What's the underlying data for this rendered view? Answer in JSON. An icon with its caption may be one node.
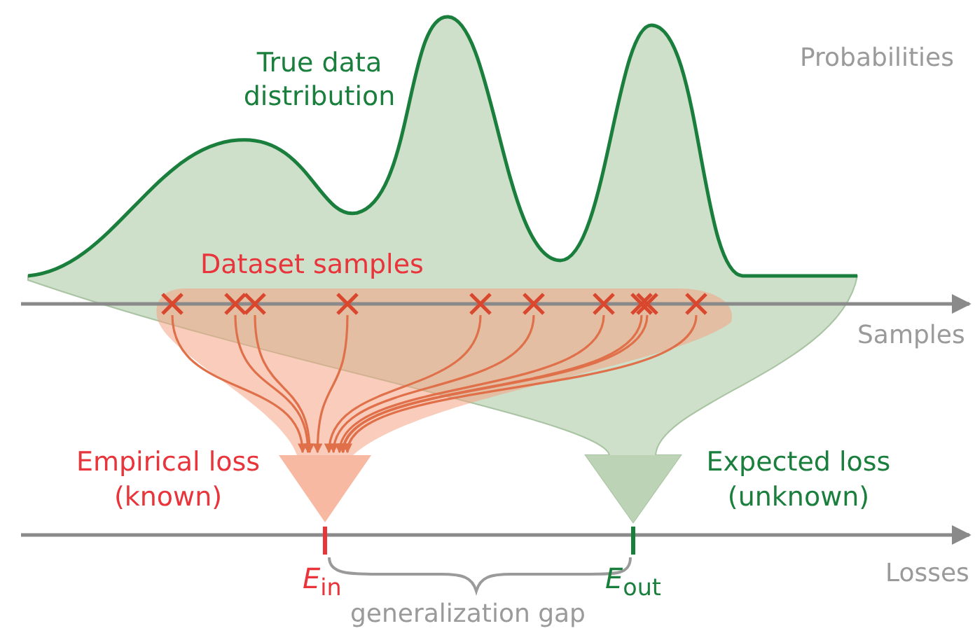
{
  "diagram": {
    "nodes": [
      {
        "text": [],
        "shape": "cross"
      },
      {
        "text": [],
        "shape": "cross"
      },
      {
        "text": [],
        "shape": "cross"
      },
      {
        "text": [],
        "shape": "cross"
      },
      {
        "text": [],
        "shape": "cross"
      },
      {
        "text": [],
        "shape": "cross"
      },
      {
        "text": [],
        "shape": "cross"
      },
      {
        "text": [],
        "shape": "cross"
      },
      {
        "text": [],
        "shape": "cross"
      },
      {
        "text": [],
        "shape": "cross"
      },
      {
        "text": [],
        "shape": "triangle",
        "beside": [
          "Empirical loss (known)"
        ]
      },
      {
        "text": [],
        "shape": "triangle",
        "beside": [
          "Expected loss (unknown)"
        ]
      }
    ],
    "edges": [
      {
        "from": 0,
        "to": 10,
        "arrow": "to"
      },
      {
        "from": 1,
        "to": 10,
        "arrow": "to"
      },
      {
        "from": 2,
        "to": 10,
        "arrow": "to"
      },
      {
        "from": 3,
        "to": 10,
        "arrow": "to"
      },
      {
        "from": 4,
        "to": 10,
        "arrow": "to"
      },
      {
        "from": 5,
        "to": 10,
        "arrow": "to"
      },
      {
        "from": 6,
        "to": 10,
        "arrow": "to"
      },
      {
        "from": 7,
        "to": 10,
        "arrow": "to"
      },
      {
        "from": 8,
        "to": 10,
        "arrow": "to"
      },
      {
        "from": 9,
        "to": 10,
        "arrow": "to"
      }
    ],
    "labels": [
      "True data distribution",
      "Probabilities",
      "Dataset samples",
      "Samples",
      "Losses",
      "*E*$_{in}$",
      "*E*$_{out}$",
      "generalization gap"
    ]
  }
}
